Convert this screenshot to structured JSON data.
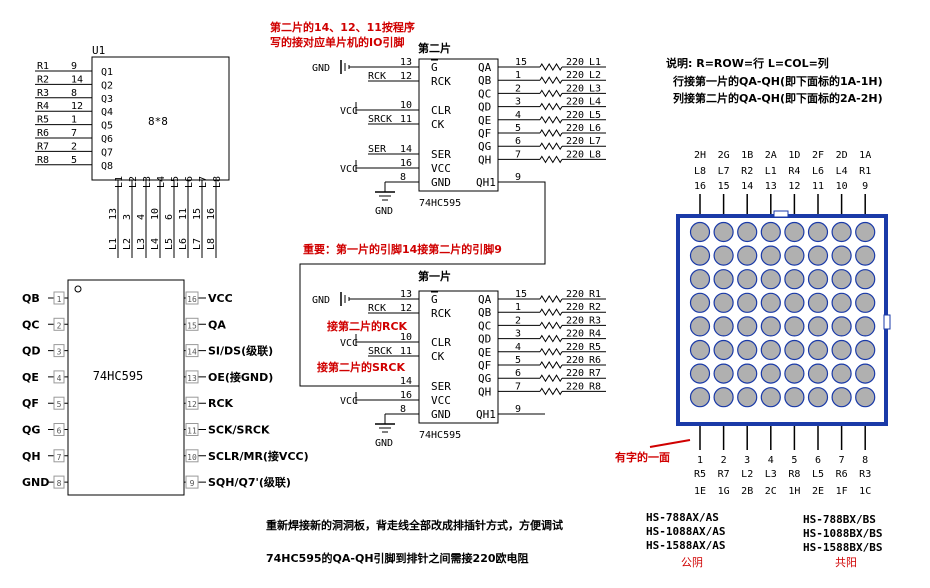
{
  "module": {
    "ref": "U1",
    "label": "8*8",
    "row_labels": [
      "R1",
      "R2",
      "R3",
      "R4",
      "R5",
      "R6",
      "R7",
      "R8"
    ],
    "row_pins": [
      "9",
      "14",
      "8",
      "12",
      "1",
      "7",
      "2",
      "5"
    ],
    "q_labels": [
      "Q1",
      "Q2",
      "Q3",
      "Q4",
      "Q5",
      "Q6",
      "Q7",
      "Q8"
    ],
    "col_labels": [
      "L1",
      "L2",
      "L3",
      "L4",
      "L5",
      "L6",
      "L7",
      "L8"
    ],
    "col_pins": [
      "13",
      "3",
      "4",
      "10",
      "6",
      "11",
      "15",
      "16"
    ],
    "col_wire_labels": [
      "L1",
      "L2",
      "L3",
      "L4",
      "L5",
      "L6",
      "L7",
      "L8"
    ]
  },
  "ic_pinout": {
    "name": "74HC595",
    "left": [
      {
        "label": "QB",
        "num": "1"
      },
      {
        "label": "QC",
        "num": "2"
      },
      {
        "label": "QD",
        "num": "3"
      },
      {
        "label": "QE",
        "num": "4"
      },
      {
        "label": "QF",
        "num": "5"
      },
      {
        "label": "QG",
        "num": "6"
      },
      {
        "label": "QH",
        "num": "7"
      },
      {
        "label": "GND",
        "num": "8"
      }
    ],
    "right": [
      {
        "label": "VCC",
        "num": "16"
      },
      {
        "label": "QA",
        "num": "15"
      },
      {
        "label": "SI/DS(级联)",
        "num": "14"
      },
      {
        "label": "OE(接GND)",
        "num": "13"
      },
      {
        "label": "RCK",
        "num": "12"
      },
      {
        "label": "SCK/SRCK",
        "num": "11"
      },
      {
        "label": "SCLR/MR(接VCC)",
        "num": "10"
      },
      {
        "label": "SQH/Q7'(级联)",
        "num": "9"
      }
    ]
  },
  "chips": [
    {
      "title": "第二片",
      "part": "74HC595",
      "left_pins": [
        {
          "sig": "G",
          "num": "13",
          "net": "GND"
        },
        {
          "sig": "RCK",
          "num": "12",
          "net": "RCK"
        },
        {
          "sig": "CLR",
          "num": "10",
          "net": "VCC"
        },
        {
          "sig": "CK",
          "num": "11",
          "net": "SRCK"
        },
        {
          "sig": "SER",
          "num": "14",
          "net": "SER"
        },
        {
          "sig": "VCC",
          "num": "16",
          "net": "VCC"
        },
        {
          "sig": "GND",
          "num": "8",
          "net": ""
        }
      ],
      "right_pins": [
        {
          "sig": "QA",
          "num": "15",
          "res": "220",
          "out": "L1"
        },
        {
          "sig": "QB",
          "num": "1",
          "res": "220",
          "out": "L2"
        },
        {
          "sig": "QC",
          "num": "2",
          "res": "220",
          "out": "L3"
        },
        {
          "sig": "QD",
          "num": "3",
          "res": "220",
          "out": "L4"
        },
        {
          "sig": "QE",
          "num": "4",
          "res": "220",
          "out": "L5"
        },
        {
          "sig": "QF",
          "num": "5",
          "res": "220",
          "out": "L6"
        },
        {
          "sig": "QG",
          "num": "6",
          "res": "220",
          "out": "L7"
        },
        {
          "sig": "QH",
          "num": "7",
          "res": "220",
          "out": "L8"
        }
      ],
      "qh1_label": "QH1",
      "qh1_num": "9",
      "ground_label": "GND"
    },
    {
      "title": "第一片",
      "part": "74HC595",
      "left_pins": [
        {
          "sig": "G",
          "num": "13",
          "net": "GND"
        },
        {
          "sig": "RCK",
          "num": "12",
          "net": "RCK"
        },
        {
          "sig": "CLR",
          "num": "10",
          "net": "VCC"
        },
        {
          "sig": "CK",
          "num": "11",
          "net": "SRCK"
        },
        {
          "sig": "SER",
          "num": "14",
          "net": ""
        },
        {
          "sig": "VCC",
          "num": "16",
          "net": "VCC"
        },
        {
          "sig": "GND",
          "num": "8",
          "net": ""
        }
      ],
      "right_pins": [
        {
          "sig": "QA",
          "num": "15",
          "res": "220",
          "out": "R1"
        },
        {
          "sig": "QB",
          "num": "1",
          "res": "220",
          "out": "R2"
        },
        {
          "sig": "QC",
          "num": "2",
          "res": "220",
          "out": "R3"
        },
        {
          "sig": "QD",
          "num": "3",
          "res": "220",
          "out": "R4"
        },
        {
          "sig": "QE",
          "num": "4",
          "res": "220",
          "out": "R5"
        },
        {
          "sig": "QF",
          "num": "5",
          "res": "220",
          "out": "R6"
        },
        {
          "sig": "QG",
          "num": "6",
          "res": "220",
          "out": "R7"
        },
        {
          "sig": "QH",
          "num": "7",
          "res": "220",
          "out": "R8"
        }
      ],
      "qh1_label": "QH1",
      "qh1_num": "9",
      "ground_label": "GND"
    }
  ],
  "notes": {
    "top_red": "第二片的14、12、11按程序写的接对应单片机的IO引脚",
    "important": "重要：第一片的引脚14接第二片的引脚9",
    "connect_rck": "接第二片的RCK",
    "connect_srck": "接第二片的SRCK",
    "bottom": "重新焊接新的洞洞板，背走线全部改成排插针方式，方便调试",
    "bottom2": "74HC595的QA-QH引脚到排针之间需接220欧电阻"
  },
  "legend": {
    "line1": "说明: R=ROW=行  L=COL=列",
    "line2": "行接第一片的QA-QH(即下面标的1A-1H)",
    "line3": "列接第二片的QA-QH(即下面标的2A-2H)"
  },
  "matrix": {
    "top_row1": [
      "2H",
      "2G",
      "1B",
      "2A",
      "1D",
      "2F",
      "2D",
      "1A"
    ],
    "top_row2": [
      "L8",
      "L7",
      "R2",
      "L1",
      "R4",
      "L6",
      "L4",
      "R1"
    ],
    "top_row3": [
      "16",
      "15",
      "14",
      "13",
      "12",
      "11",
      "10",
      "9"
    ],
    "bottom_row1": [
      "1",
      "2",
      "3",
      "4",
      "5",
      "6",
      "7",
      "8"
    ],
    "bottom_row2": [
      "R5",
      "R7",
      "L2",
      "L3",
      "R8",
      "L5",
      "R6",
      "R3"
    ],
    "bottom_row3": [
      "1E",
      "1G",
      "2B",
      "2C",
      "1H",
      "2E",
      "1F",
      "1C"
    ],
    "marker_label": "有字的一面",
    "colors": {
      "frame": "#1a3aa8",
      "dot": "#b0b0b0"
    }
  },
  "models": {
    "anode": [
      "HS-788AX/AS",
      "HS-1088AX/AS",
      "HS-1588AX/AS"
    ],
    "anode_label": "公阴",
    "cathode": [
      "HS-788BX/BS",
      "HS-1088BX/BS",
      "HS-1588BX/BS"
    ],
    "cathode_label": "共阳"
  }
}
